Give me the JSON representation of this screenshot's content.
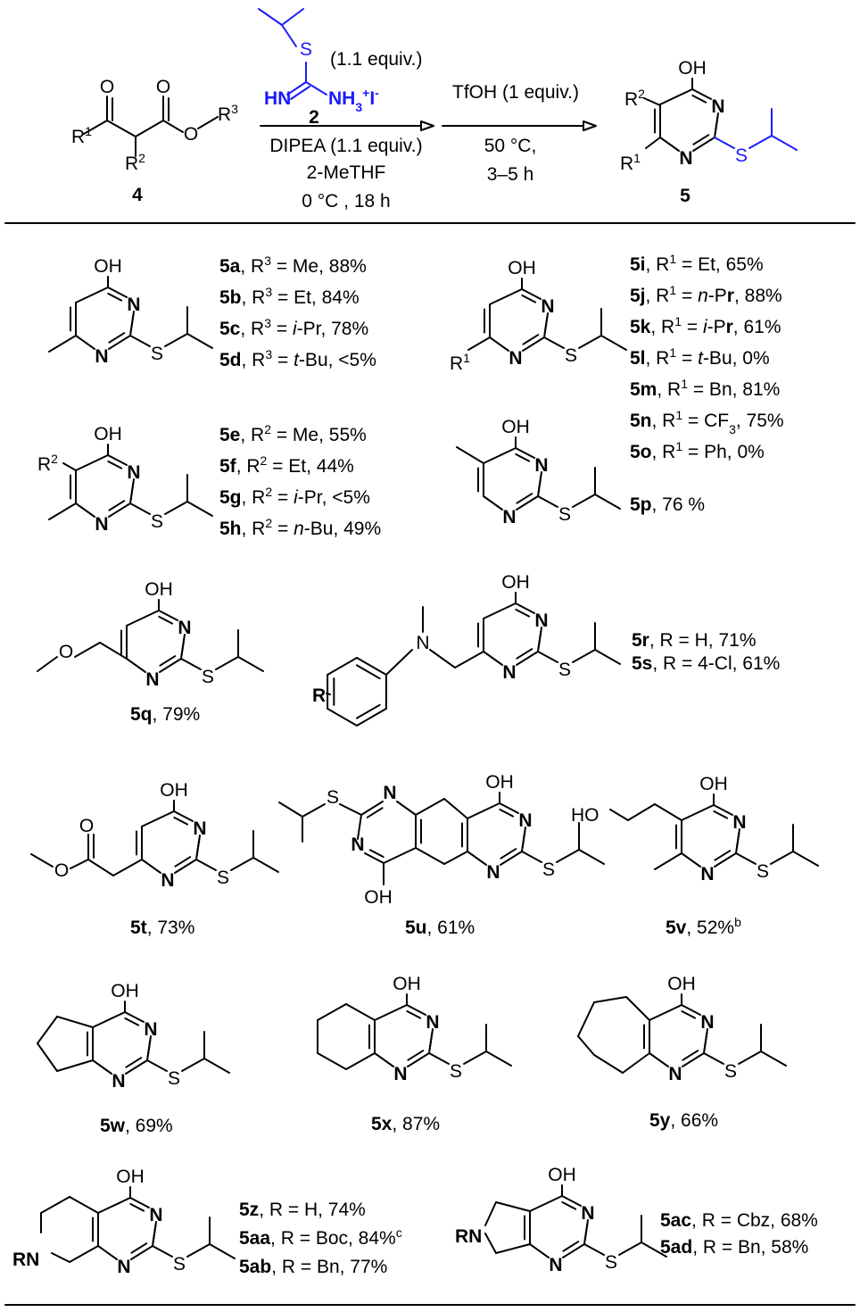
{
  "reaction": {
    "reagent2": {
      "equiv": "(1.1 equiv.)",
      "hn": "HN",
      "nh3": "NH",
      "nh3_sub": "3",
      "charge": "+",
      "iodide": "I",
      "iodide_charge": "-",
      "s": "S",
      "number": "2"
    },
    "step1_conditions": [
      "DIPEA (1.1 equiv.)",
      "2-MeTHF",
      "0 °C , 18 h"
    ],
    "step2_above": "TfOH (1 equiv.)",
    "step2_below": [
      "50 °C,",
      "3–5 h"
    ],
    "start_number": "4",
    "product_number": "5",
    "atoms": {
      "O": "O",
      "OH": "OH",
      "N": "N",
      "S": "S",
      "R": "R",
      "RN": "RN",
      "HO": "HO",
      "R1": "1",
      "R2": "2",
      "R3": "3"
    }
  },
  "entries": {
    "g1": [
      {
        "id": "5a",
        "rn": "3",
        "rest": " =  Me, 88%"
      },
      {
        "id": "5b",
        "rn": "3",
        "rest": " =  Et, 84%"
      },
      {
        "id": "5c",
        "rn": "3",
        "pre": " = ",
        "ital": "i",
        "rest": "-Pr, 78%"
      },
      {
        "id": "5d",
        "rn": "3",
        "pre": " = ",
        "ital": "t",
        "rest": "-Bu, <5%"
      }
    ],
    "g2": [
      {
        "id": "5i",
        "rn": "1",
        "rest": " = Et, 65%"
      },
      {
        "id": "5j",
        "rn": "1",
        "pre": " = ",
        "ital": "n",
        "rest": "-P",
        "boldr": "r",
        "rest2": ", 88%"
      },
      {
        "id": "5k",
        "rn": "1",
        "pre": " =  ",
        "ital": "i",
        "rest": "-P",
        "boldr": "r",
        "rest2": ", 61%"
      },
      {
        "id": "5l",
        "rn": "1",
        "pre": " =  ",
        "ital": "t",
        "rest": "-Bu, 0%"
      },
      {
        "id": "5m",
        "rn": "1",
        "rest": " = Bn, 81%"
      },
      {
        "id": "5n",
        "rn": "1",
        "rest": " =  CF3, 75%"
      },
      {
        "id": "5o",
        "rn": "1",
        "rest": " = Ph, 0%"
      }
    ],
    "g3": [
      {
        "id": "5e",
        "rn": "2",
        "rest": " =  Me, 55%"
      },
      {
        "id": "5f",
        "rn": "2",
        "rest": " = Et, 44%"
      },
      {
        "id": "5g",
        "rn": "2",
        "pre": " = ",
        "ital": "i",
        "rest": "-Pr, <5%"
      },
      {
        "id": "5h",
        "rn": "2",
        "pre": " = ",
        "ital": "n",
        "rest": "-Bu, 49%"
      }
    ],
    "p5p": {
      "id": "5p",
      "rest": ", 76 %"
    },
    "p5q": {
      "id": "5q",
      "rest": ", 79%"
    },
    "g5rs": [
      {
        "id": "5r",
        "rest": ", R = H, 71%"
      },
      {
        "id": "5s",
        "rest": ", R = 4-Cl, 61%"
      }
    ],
    "p5t": {
      "id": "5t",
      "rest": ", 73%"
    },
    "p5u": {
      "id": "5u",
      "rest": ", 61%"
    },
    "p5v": {
      "id": "5v",
      "rest": ", 52%",
      "sup": "b"
    },
    "p5w": {
      "id": "5w",
      "rest": ", 69%"
    },
    "p5x": {
      "id": "5x",
      "rest": ", 87%"
    },
    "p5y": {
      "id": "5y",
      "rest": ", 66%"
    },
    "g5z": [
      {
        "id": "5z",
        "rest": ", R = H, 74%"
      },
      {
        "id": "5aa",
        "rest": ", R = Boc, 84%",
        "sup": "c"
      },
      {
        "id": "5ab",
        "rest": ", R = Bn, 77%"
      }
    ],
    "g5ac": [
      {
        "id": "5ac",
        "rest": ", R = Cbz, 68%"
      },
      {
        "id": "5ad",
        "rest": ", R = Bn, 58%"
      }
    ]
  }
}
